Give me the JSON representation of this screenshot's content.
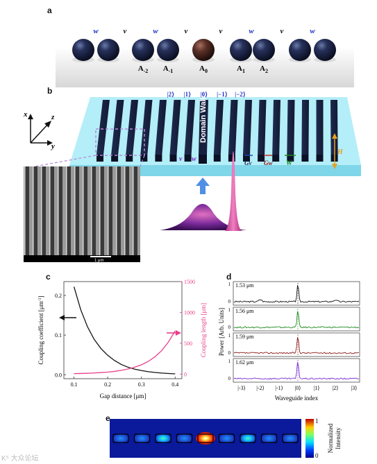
{
  "panels": {
    "a": "a",
    "b": "b",
    "c": "c",
    "d": "d",
    "e": "e"
  },
  "panel_a": {
    "coupling_labels": [
      "w",
      "v",
      "w",
      "v",
      "v",
      "w",
      "v",
      "w"
    ],
    "site_labels": [
      "A-2",
      "A-1",
      "A0",
      "A1",
      "A2"
    ],
    "colors": {
      "dimer": "#1b2850",
      "center": "#4a2a22",
      "w": "#1c2fc7",
      "v": "#111111"
    }
  },
  "panel_b": {
    "mode_labels": [
      "|2⟩",
      "|1⟩",
      "|0⟩",
      "|−1⟩",
      "|−2⟩"
    ],
    "domain_wall_label": "Domain Wall",
    "axis_labels": {
      "x": "x",
      "z": "z",
      "y": "y"
    },
    "gap_labels": {
      "v": "v",
      "w": "w",
      "gv": "Gv",
      "gw": "Gw",
      "W": "W",
      "H": "H"
    },
    "scale_bar": "1 μm",
    "colors": {
      "substrate": "#a8ecf7",
      "waveguide": "#1b2745",
      "arrow": "#4f8fe6",
      "peak": "#7a2a9a"
    }
  },
  "chart_data": [
    {
      "type": "line",
      "panel": "c",
      "xlabel": "Gap distance [μm]",
      "ylabel": "Coupling coefficient [μm-1]",
      "y2label": "Coupling length [μm]",
      "xlim": [
        0.07,
        0.42
      ],
      "ylim": [
        -0.01,
        0.235
      ],
      "y2lim": [
        -75,
        1500
      ],
      "xticks": [
        0.1,
        0.2,
        0.3,
        0.4
      ],
      "yticks": [
        0.0,
        0.1,
        0.2
      ],
      "y2ticks": [
        0,
        500,
        1000,
        1500
      ],
      "series": [
        {
          "axis": "left",
          "color": "#111111",
          "x": [
            0.1,
            0.12,
            0.14,
            0.16,
            0.18,
            0.2,
            0.22,
            0.24,
            0.26,
            0.28,
            0.3,
            0.32,
            0.34,
            0.36,
            0.38,
            0.4
          ],
          "values": [
            0.222,
            0.164,
            0.121,
            0.089,
            0.066,
            0.049,
            0.036,
            0.026,
            0.019,
            0.014,
            0.0105,
            0.0077,
            0.0057,
            0.0042,
            0.0031,
            0.0023
          ]
        },
        {
          "axis": "right",
          "color": "#e8408a",
          "x": [
            0.1,
            0.12,
            0.14,
            0.16,
            0.18,
            0.2,
            0.22,
            0.24,
            0.26,
            0.28,
            0.3,
            0.32,
            0.34,
            0.36,
            0.38,
            0.4
          ],
          "values": [
            7,
            10,
            13,
            18,
            24,
            32,
            44,
            60,
            82,
            112,
            150,
            205,
            280,
            380,
            520,
            700
          ]
        }
      ]
    },
    {
      "type": "line",
      "panel": "d",
      "ylabel": "Power [Arb. Units]",
      "xlabel": "Waveguide index",
      "xtick_labels": [
        "|-3⟩",
        "|-2⟩",
        "|-1⟩",
        "|0⟩",
        "|1⟩",
        "|2⟩",
        "|3⟩"
      ],
      "subplot_yticks": [
        "1",
        "0"
      ],
      "series": [
        {
          "name": "1.53 μm",
          "color": "#111111"
        },
        {
          "name": "1.56 μm",
          "color": "#1e8a1e"
        },
        {
          "name": "1.59 μm",
          "color": "#8b1a1a"
        },
        {
          "name": "1.62 μm",
          "color": "#7a2ad0"
        }
      ]
    },
    {
      "type": "heatmap",
      "panel": "e",
      "colorbar_label": "Normalized Intensity",
      "colorbar_ticks": [
        "1",
        "0"
      ],
      "row_intensity": [
        0.12,
        0.1,
        0.35,
        0.08,
        1.0,
        0.1,
        0.3,
        0.08,
        0.15
      ]
    }
  ],
  "watermark": "K⁵ 大众论坛"
}
